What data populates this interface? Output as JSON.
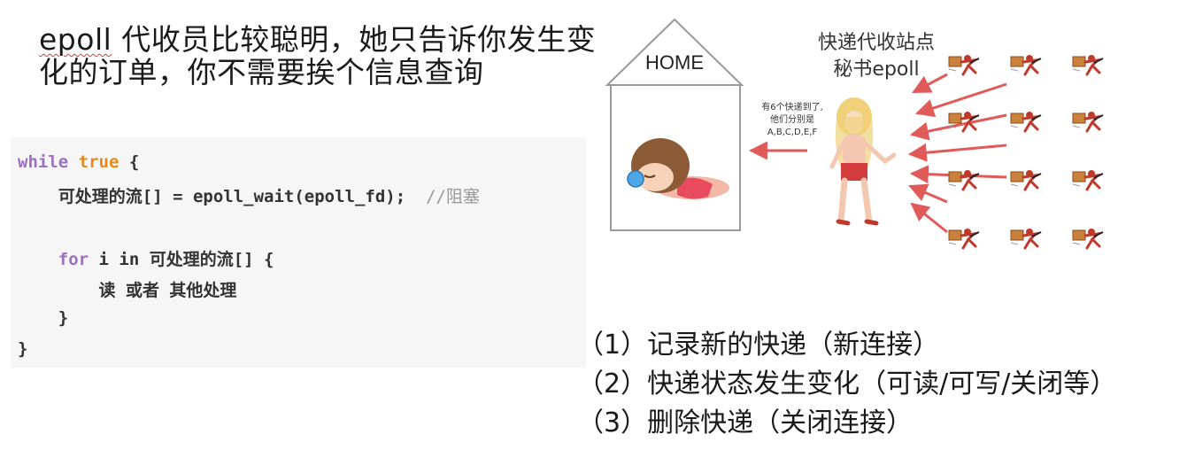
{
  "headline": {
    "part1": "epoll",
    "part2": " 代收员比较聪明，她只告诉你发生变化的订单，你不需要挨个信息查询"
  },
  "code": {
    "line1": {
      "kw": "while",
      "val": " true",
      "rest": " {"
    },
    "line2": {
      "text": "    可处理的流[] = epoll_wait(epoll_fd);  ",
      "comment": "//阻塞"
    },
    "line3": {
      "indent": "    ",
      "kw": "for",
      "rest": " i in 可处理的流[] {"
    },
    "line4": "        读 或者 其他处理",
    "line5": "    }",
    "line6": "}"
  },
  "house": {
    "label": "HOME"
  },
  "station": {
    "title_line1": "快递代收站点",
    "title_line2": "秘书epoll"
  },
  "note": {
    "line1": "有6个快递到了,",
    "line2": "他们分别是",
    "line3": "A,B,C,D,E,F"
  },
  "events": [
    "（1）记录新的快递（新连接）",
    "（2）快递状态发生变化（可读/可写/关闭等）",
    "（3）删除快递（关闭连接）"
  ]
}
